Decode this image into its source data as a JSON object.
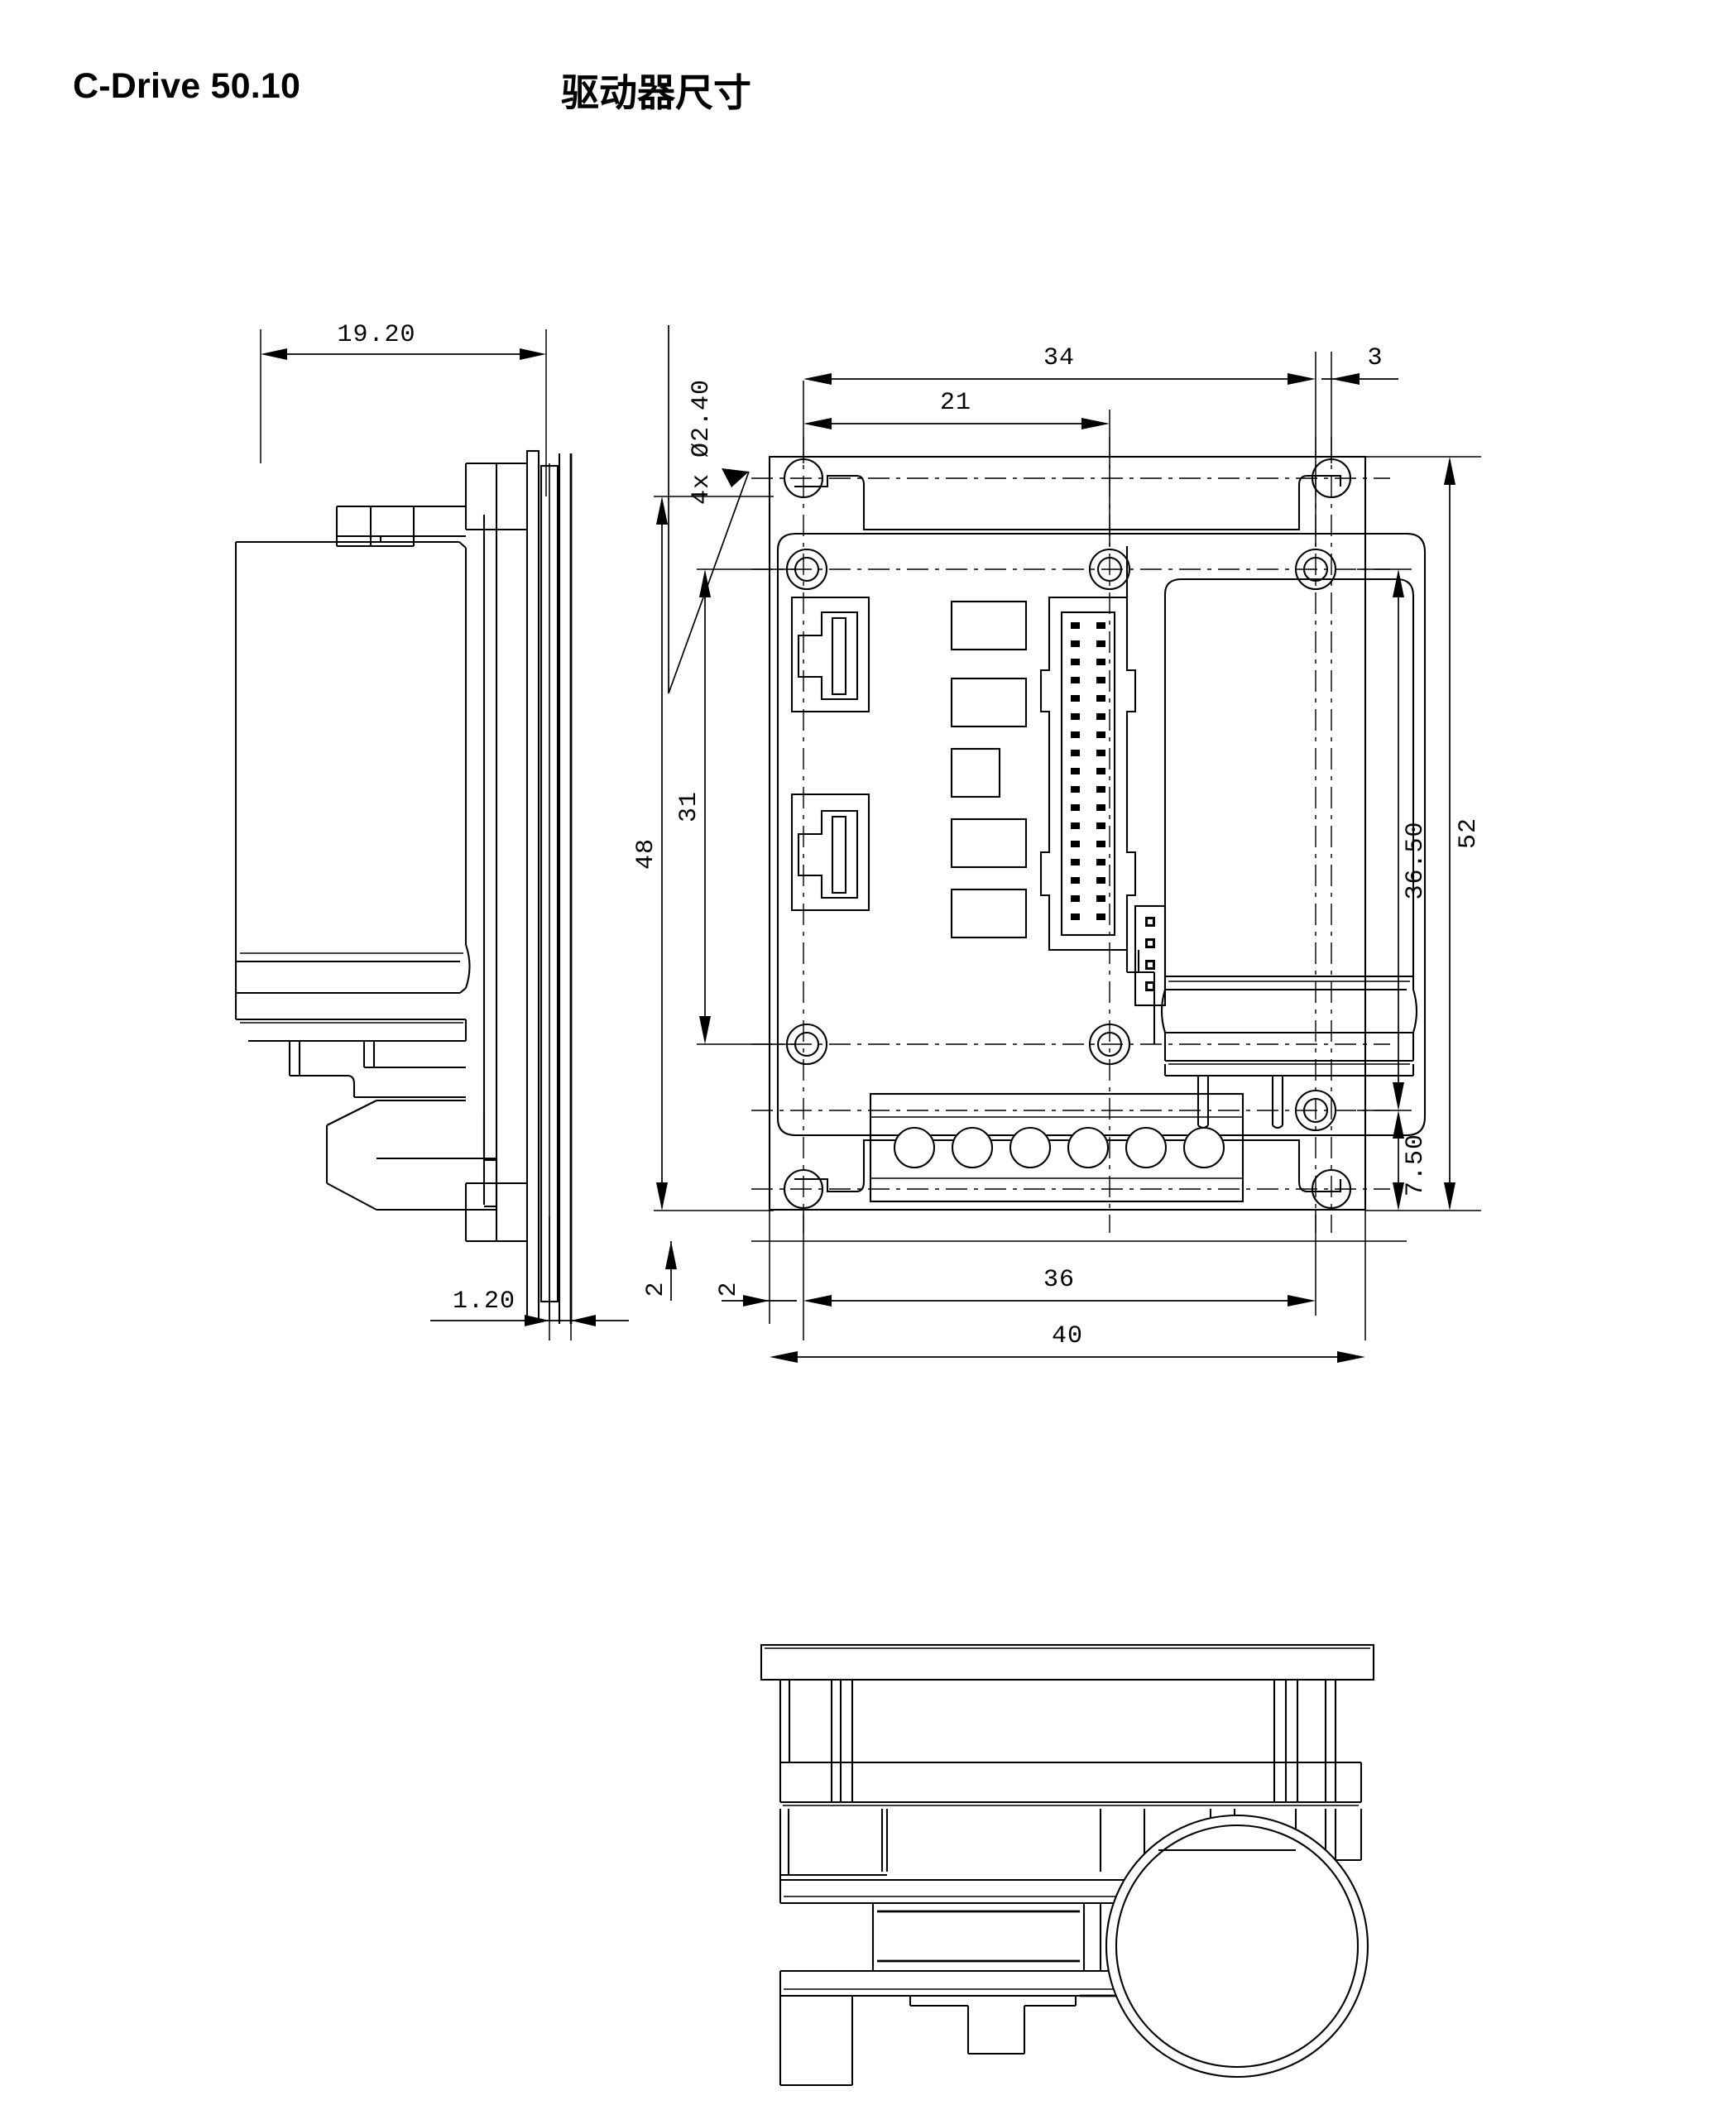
{
  "header": {
    "model": "C-Drive 50.10",
    "subject": "驱动器尺寸"
  },
  "drawing": {
    "type": "mechanical-dimension-drawing",
    "units": "mm",
    "views": [
      {
        "name": "side-view-left",
        "label": ""
      },
      {
        "name": "front-view",
        "label": ""
      },
      {
        "name": "top-view-bottom",
        "label": ""
      }
    ]
  },
  "dimensions": {
    "side_width": "19.20",
    "side_plate_thickness": "1.20",
    "front_top_34": "34",
    "front_top_21": "21",
    "front_top_3": "3",
    "front_left_48": "48",
    "front_left_31": "31",
    "front_right_52": "52",
    "front_right_36_50": "36.50",
    "front_right_7_50": "7.50",
    "front_bottom_2a": "2",
    "front_bottom_2b": "2",
    "front_bottom_36": "36",
    "front_bottom_40": "40",
    "hole_callout": "4x Ø2.40"
  },
  "features": {
    "mounting_holes_outer": 4,
    "mounting_holes_pcb": 4,
    "terminal_block_positions": 6,
    "idc_header_rows": 17,
    "idc_header_cols": 2,
    "jumper_pins": 4,
    "edge_connectors": 2,
    "smd_components": 5
  },
  "colors": {
    "line": "#000000",
    "background": "#ffffff"
  }
}
